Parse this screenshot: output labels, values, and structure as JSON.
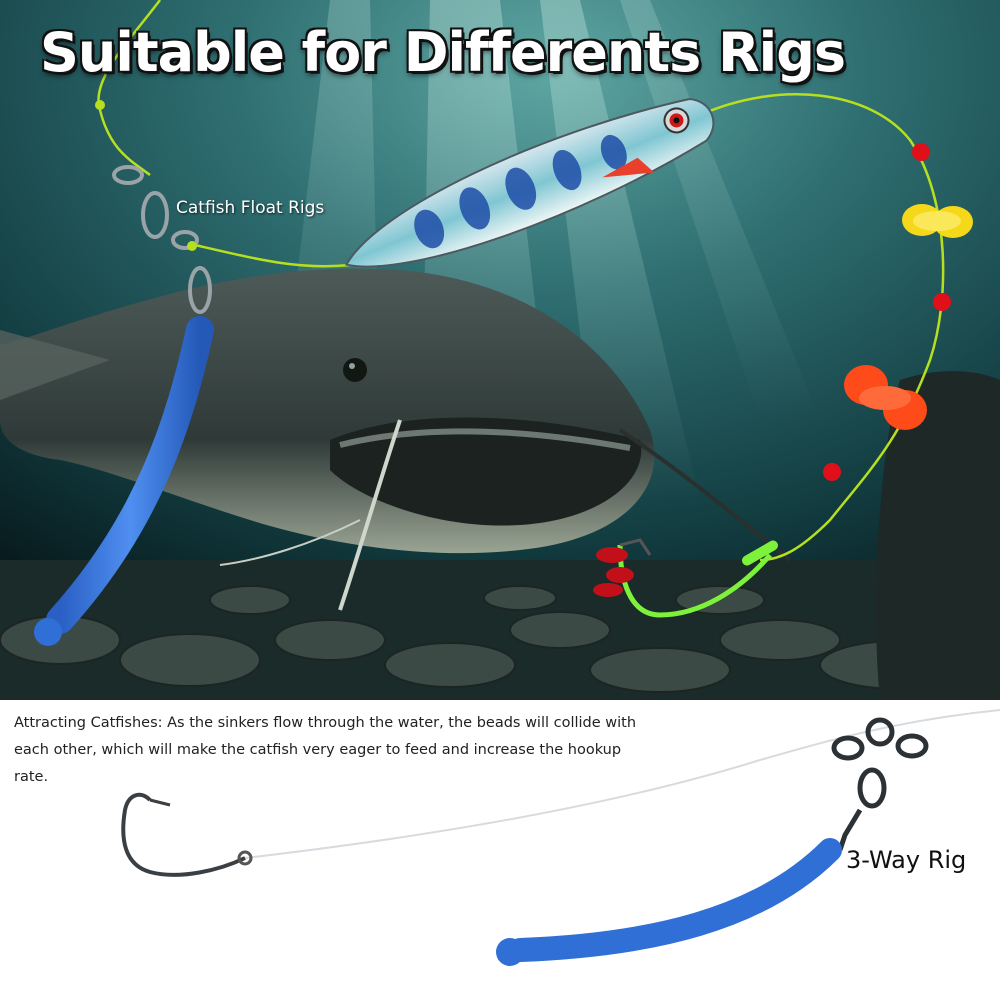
{
  "hero": {
    "headline": "Suitable for Differents Rigs",
    "callout": "Catfish Float Rigs"
  },
  "info": {
    "caption": "Attracting Catfishes: As the sinkers flow through the water, the beads will collide with each other, which will make the catfish very eager to feed and increase the hookup rate.",
    "rig_label": "3-Way Rig"
  },
  "colors": {
    "water_dark": "#0a2a2e",
    "water_light": "#3f8a8c",
    "line_green": "#b6e01f",
    "bead_red": "#e0101a",
    "float_yellow": "#f6d81a",
    "float_orange": "#ff4a1a",
    "sinker_blue": "#2f6fd6"
  }
}
